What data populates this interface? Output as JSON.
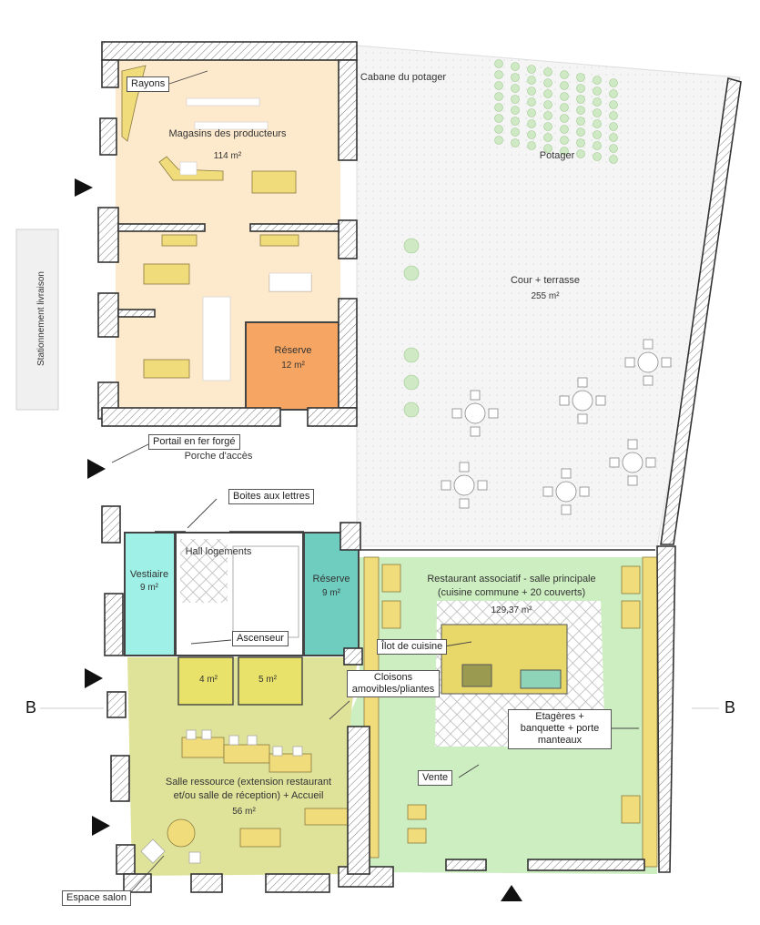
{
  "rooms": {
    "magasins": {
      "name": "Magasins des producteurs",
      "area": "114 m²"
    },
    "reserve_top": {
      "name": "Réserve",
      "area": "12 m²"
    },
    "cour": {
      "name": "Cour + terrasse",
      "area": "255 m²"
    },
    "potager": {
      "name": "Potager"
    },
    "cabane": {
      "name": "Cabane du potager"
    },
    "porche": {
      "name": "Porche d'accès"
    },
    "hall": {
      "name": "Hall logements"
    },
    "vestiaire": {
      "name": "Vestiaire",
      "area": "9 m²"
    },
    "reserve_mid": {
      "name": "Réserve",
      "area": "9 m²"
    },
    "wc1": {
      "area": "4 m²"
    },
    "wc2": {
      "area": "5 m²"
    },
    "restaurant": {
      "line1": "Restaurant associatif - salle principale",
      "line2": "(cuisine commune + 20 couverts)",
      "area": "129,37 m²"
    },
    "salle": {
      "line1": "Salle ressource (extension restaurant",
      "line2": "et/ou salle de réception) + Accueil",
      "area": "56 m²"
    }
  },
  "callouts": {
    "rayons": "Rayons",
    "portail": "Portail en fer forgé",
    "boites": "Boites aux lettres",
    "ascenseur": "Ascenseur",
    "ilot": "Îlot de cuisine",
    "cloisons": "Cloisons amovibles/pliantes",
    "etageres": "Etagères + banquette + porte manteaux",
    "vente": "Vente",
    "salon": "Espace salon"
  },
  "stationnement": "Stationnement livraison",
  "section": {
    "left": "B",
    "right": "B"
  },
  "colors": {
    "magasins": "#fde9cc",
    "reserve_top": "#f6a662",
    "cour": "#f4f4f4",
    "vestiaire": "#9ff0e6",
    "reserve_mid": "#6fcdc0",
    "restaurant": "#cdeec0",
    "salle": "#dfe39a",
    "wc": "#e8e26a",
    "furniture": "#f0dc7a",
    "wall": "#555555"
  }
}
